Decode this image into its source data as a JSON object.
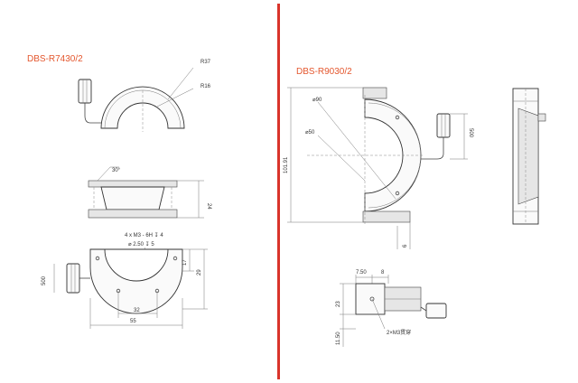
{
  "left_part": {
    "title": "DBS-R7430/2",
    "top_view": {
      "r_outer": "R37",
      "r_inner": "R16"
    },
    "side_view": {
      "angle": "30°",
      "height": "24"
    },
    "bottom_view": {
      "hole_spec_1": "4 x M3 - 6H ↧ 4",
      "hole_spec_2": "⌀ 2.50 ↧ 5",
      "cable_len": "500",
      "h1": "17",
      "h2": "29",
      "w_inner": "32",
      "w_outer": "55"
    }
  },
  "right_part": {
    "title": "DBS-R9030/2",
    "main_view": {
      "dia_outer": "⌀90",
      "dia_inner": "⌀50",
      "height": "101.91",
      "bottom_dim": "6",
      "cable_len": "500"
    },
    "detail_view": {
      "w1": "7.50",
      "w2": "8",
      "h1": "23",
      "h2": "11.50",
      "screw": "2×M3贯穿"
    }
  },
  "colors": {
    "divider": "#d9342b",
    "title": "#e4572e"
  }
}
